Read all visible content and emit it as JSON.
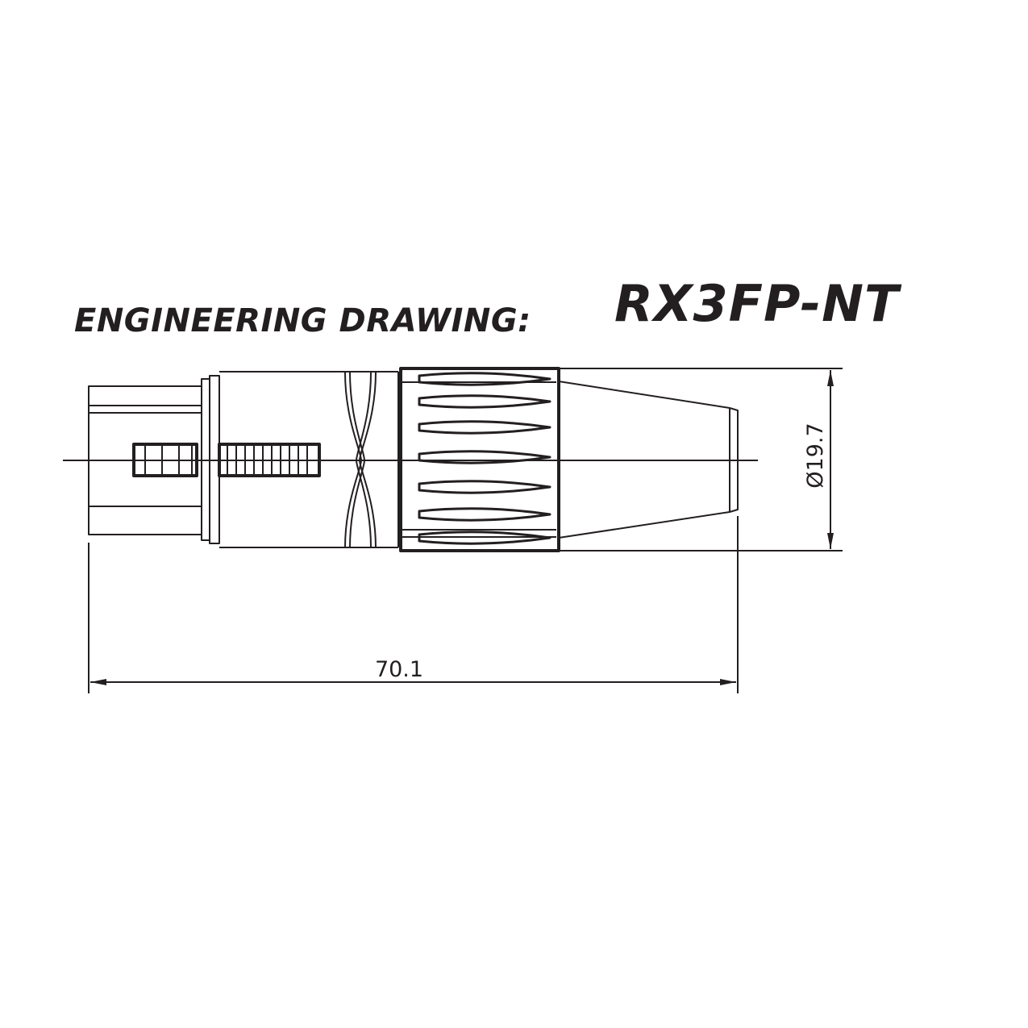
{
  "header": {
    "label": "ENGINEERING DRAWING:",
    "model": "RX3FP-NT"
  },
  "dimensions": {
    "length": "70.1",
    "diameter": "Ø19.7"
  },
  "colors": {
    "ink": "#231f20",
    "background": "#ffffff"
  }
}
